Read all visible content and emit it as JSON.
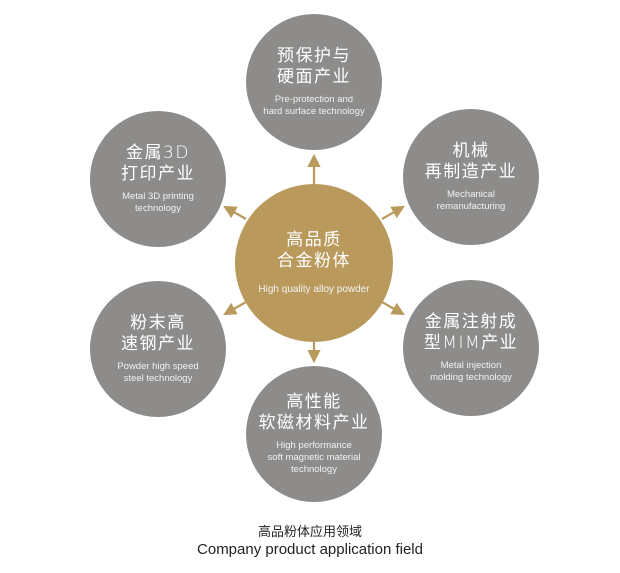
{
  "colors": {
    "node_fill": "#8d8c8a",
    "center_fill": "#b99a5c",
    "arrow": "#b99a5c",
    "text_on_circle": "#ffffff",
    "caption_text": "#222222"
  },
  "center": {
    "zh_line1": "高品质",
    "zh_line2": "合金粉体",
    "en": "High quality alloy powder"
  },
  "nodes": [
    {
      "position": "top",
      "zh_line1": "预保护与",
      "zh_line2": "硬面产业",
      "en_line1": "Pre-protection and",
      "en_line2": "hard surface technology",
      "en_line3": ""
    },
    {
      "position": "top-right",
      "zh_line1": "机械",
      "zh_line2": "再制造产业",
      "en_line1": "Mechanical",
      "en_line2": "remanufacturing",
      "en_line3": ""
    },
    {
      "position": "bottom-right",
      "zh_line1": "金属注射成",
      "zh_line2": "型MIM产业",
      "en_line1": "Metal injection",
      "en_line2": "molding technology",
      "en_line3": ""
    },
    {
      "position": "bottom",
      "zh_line1": "高性能",
      "zh_line2": "软磁材料产业",
      "en_line1": "High performance",
      "en_line2": "soft magnetic material",
      "en_line3": "technology"
    },
    {
      "position": "bottom-left",
      "zh_line1": "粉末高",
      "zh_line2": "速钢产业",
      "en_line1": "Powder high speed",
      "en_line2": "steel technology",
      "en_line3": ""
    },
    {
      "position": "top-left",
      "zh_line1": "金属3D",
      "zh_line2": "打印产业",
      "en_line1": "Metal 3D printing",
      "en_line2": "technology",
      "en_line3": ""
    }
  ],
  "caption": {
    "zh": "高品粉体应用领域",
    "en": "Company product application field"
  }
}
